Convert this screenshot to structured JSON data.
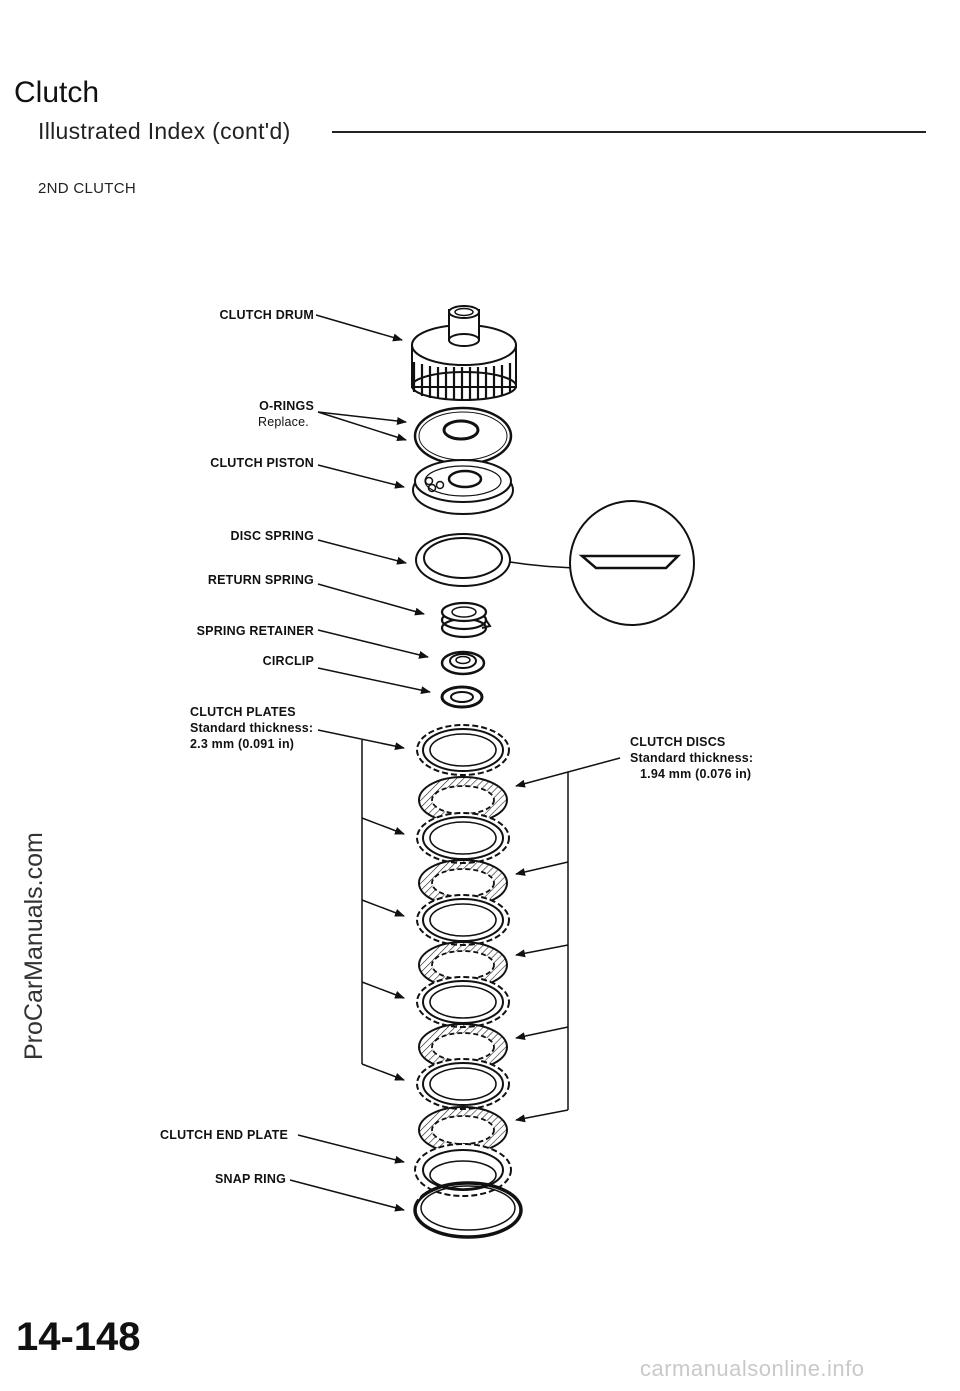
{
  "header": {
    "title": "Clutch",
    "subtitle": "Illustrated Index (cont'd)"
  },
  "section_label": "2ND CLUTCH",
  "diagram": {
    "labels": {
      "clutch_drum": "CLUTCH DRUM",
      "o_rings": "O-RINGS",
      "o_rings_note": "Replace.",
      "clutch_piston": "CLUTCH PISTON",
      "disc_spring": "DISC SPRING",
      "return_spring": "RETURN SPRING",
      "spring_retainer": "SPRING RETAINER",
      "circlip": "CIRCLIP",
      "clutch_plates": "CLUTCH PLATES",
      "clutch_plates_note": "Standard thickness:",
      "clutch_plates_value": "2.3 mm (0.091 in)",
      "clutch_discs": "CLUTCH DISCS",
      "clutch_discs_note": "Standard thickness:",
      "clutch_discs_value": "1.94 mm (0.076 in)",
      "clutch_end_plate": "CLUTCH END PLATE",
      "snap_ring": "SNAP RING"
    }
  },
  "page_number": "14-148",
  "watermarks": {
    "side": "ProCarManuals.com",
    "footer": "carmanualsonline.info"
  }
}
